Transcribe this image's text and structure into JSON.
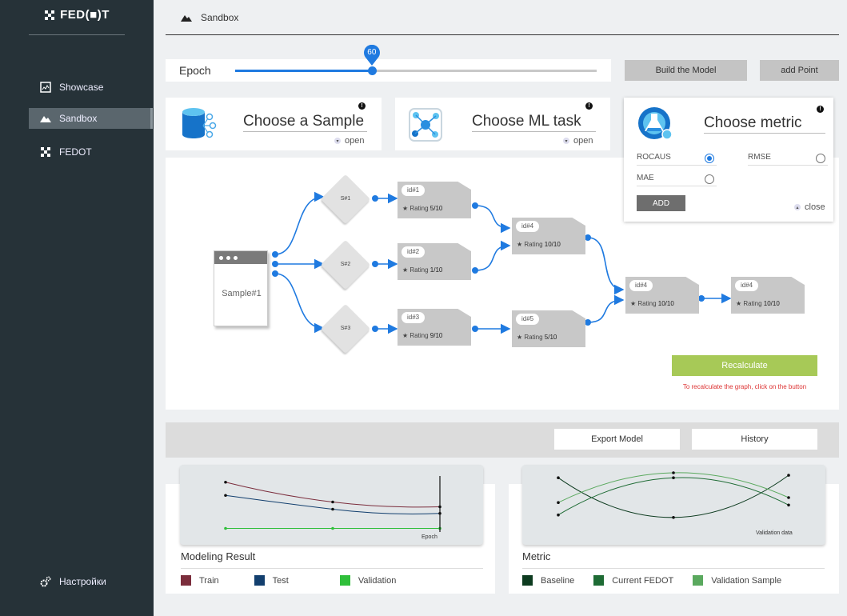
{
  "app": {
    "logo_text": "FED(■)T"
  },
  "sidebar": {
    "items": [
      {
        "label": "Showcase",
        "icon": "chart-icon"
      },
      {
        "label": "Sandbox",
        "icon": "mountain-icon",
        "active": true
      },
      {
        "label": "FEDOT",
        "icon": "fedot-logo-icon"
      }
    ],
    "settings": {
      "label": "Настройки",
      "icon": "gears-icon"
    }
  },
  "header": {
    "breadcrumb": "Sandbox"
  },
  "epoch": {
    "label": "Epoch",
    "value": "60",
    "fraction": 0.378
  },
  "actions": {
    "build": "Build the Model",
    "add_point": "add Point"
  },
  "sample_card": {
    "title": "Choose a Sample",
    "toggle": "open"
  },
  "task_card": {
    "title": "Choose ML task",
    "toggle": "open"
  },
  "metric_card": {
    "title": "Choose metric",
    "options": [
      {
        "label": "ROCAUS",
        "selected": true
      },
      {
        "label": "RMSE",
        "selected": false
      },
      {
        "label": "MAE",
        "selected": false
      }
    ],
    "add": "ADD",
    "toggle": "close"
  },
  "graph": {
    "sample": "Sample#1",
    "splits": [
      "S#1",
      "S#2",
      "S#3"
    ],
    "nodes": [
      {
        "id": "id#1",
        "rating_label": "Rating",
        "rating": "5/10"
      },
      {
        "id": "id#2",
        "rating_label": "Rating",
        "rating": "1/10"
      },
      {
        "id": "id#3",
        "rating_label": "Rating",
        "rating": "9/10"
      },
      {
        "id": "id#4",
        "rating_label": "Rating",
        "rating": "10/10"
      },
      {
        "id": "id#5",
        "rating_label": "Rating",
        "rating": "5/10"
      },
      {
        "id": "id#4",
        "rating_label": "Rating",
        "rating": "10/10"
      },
      {
        "id": "id#4",
        "rating_label": "Rating",
        "rating": "10/10"
      }
    ],
    "recalculate": "Recalculate",
    "recalculate_note": "To recalculate the graph, click on the button"
  },
  "toolbar": {
    "export": "Export Model",
    "history": "History"
  },
  "modeling_result": {
    "title": "Modeling Result",
    "axis_note": "Epoch",
    "legend": [
      {
        "label": "Train",
        "color": "#7b2d3c"
      },
      {
        "label": "Test",
        "color": "#123f6e"
      },
      {
        "label": "Validation",
        "color": "#2fbf3a"
      }
    ]
  },
  "metric_chart": {
    "title": "Metric",
    "axis_note": "Validation data",
    "legend": [
      {
        "label": "Baseline",
        "color": "#0d3b1f"
      },
      {
        "label": "Current FEDOT",
        "color": "#1e6b34"
      },
      {
        "label": "Validation Sample",
        "color": "#5aa95e"
      }
    ]
  },
  "chart_data": [
    {
      "type": "line",
      "x": [
        1,
        2,
        3
      ],
      "series": [
        {
          "name": "Train",
          "values": [
            0.79,
            0.46,
            0.38
          ]
        },
        {
          "name": "Test",
          "values": [
            0.57,
            0.34,
            0.27
          ]
        },
        {
          "name": "Validation",
          "values": [
            0.02,
            0.02,
            0.02
          ]
        }
      ],
      "xlabel": "Epoch",
      "ylim": [
        0,
        1
      ]
    },
    {
      "type": "line",
      "x": [
        1,
        2,
        3
      ],
      "series": [
        {
          "name": "Baseline",
          "values": [
            0.9,
            0.1,
            0.95
          ]
        },
        {
          "name": "Current FEDOT",
          "values": [
            0.15,
            0.9,
            0.35
          ]
        },
        {
          "name": "Validation Sample",
          "values": [
            0.4,
            1.0,
            0.5
          ]
        }
      ],
      "xlabel": "Validation data",
      "ylim": [
        0,
        1
      ]
    }
  ]
}
